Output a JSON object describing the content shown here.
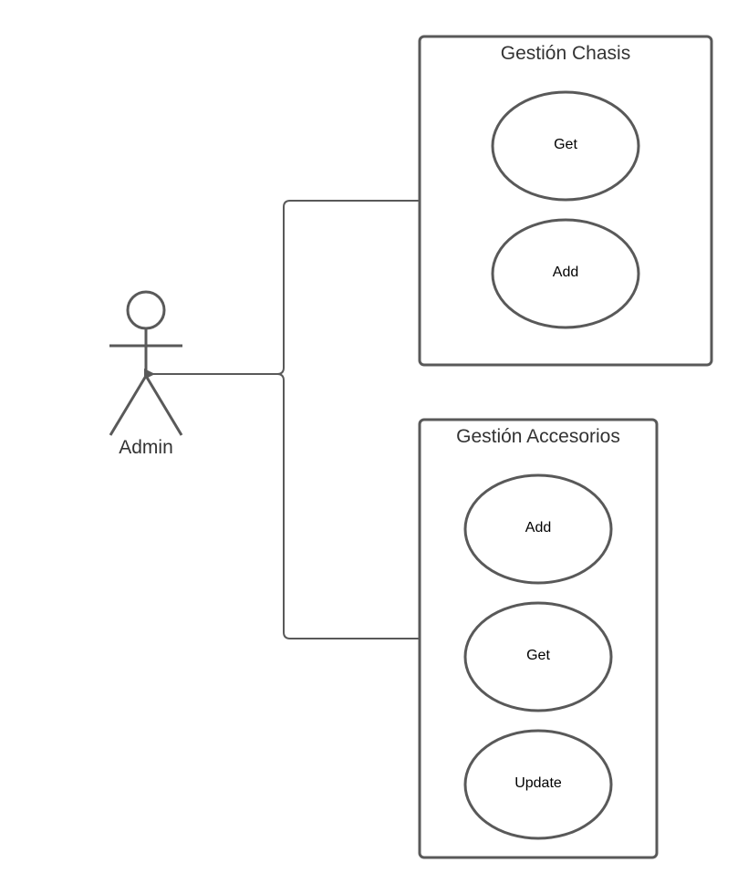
{
  "actor": {
    "label": "Admin"
  },
  "systems": [
    {
      "title": "Gestión Chasis",
      "use_cases": [
        "Get",
        "Add"
      ]
    },
    {
      "title": "Gestión Accesorios",
      "use_cases": [
        "Add",
        "Get",
        "Update"
      ]
    }
  ],
  "colors": {
    "stroke": "#595959",
    "text": "#333333",
    "background": "#ffffff"
  }
}
